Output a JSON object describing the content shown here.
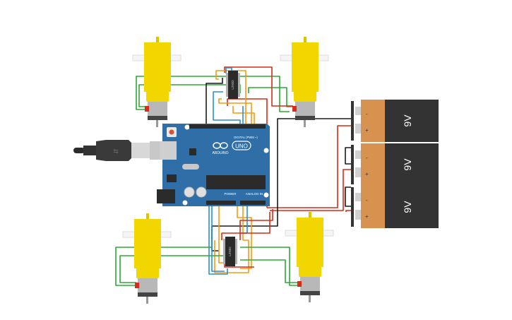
{
  "colors": {
    "background": "#ffffff",
    "motor_yellow": "#f2d600",
    "motor_grey": "#b8b8b8",
    "arduino_blue": "#2f6ea6",
    "battery_copper": "#d7924f",
    "battery_black": "#333333",
    "wire_red": "#d62c1a",
    "wire_green": "#2ea836",
    "wire_blue": "#2a8fd6",
    "wire_orange": "#f39c12",
    "wire_black": "#1a1a1a",
    "ic_body": "#2b2b2b"
  },
  "arduino": {
    "brand": "ARDUINO",
    "model": "UNO",
    "digital_header_label": "DIGITAL (PWM ~)",
    "power_label": "POWER",
    "analog_label": "ANALOG IN"
  },
  "chips": {
    "top_label": "L293D",
    "bottom_label": "L293D"
  },
  "batteries": [
    {
      "voltage": "9V",
      "minus": "-",
      "plus": "+"
    },
    {
      "voltage": "9V",
      "minus": "-",
      "plus": "+"
    },
    {
      "voltage": "9V",
      "minus": "-",
      "plus": "+"
    }
  ],
  "motors": [
    {
      "icon": "dc-gear-motor-icon"
    },
    {
      "icon": "dc-gear-motor-icon"
    },
    {
      "icon": "dc-gear-motor-icon"
    },
    {
      "icon": "dc-gear-motor-icon"
    }
  ],
  "usb": {
    "icon": "usb-cable-icon"
  }
}
